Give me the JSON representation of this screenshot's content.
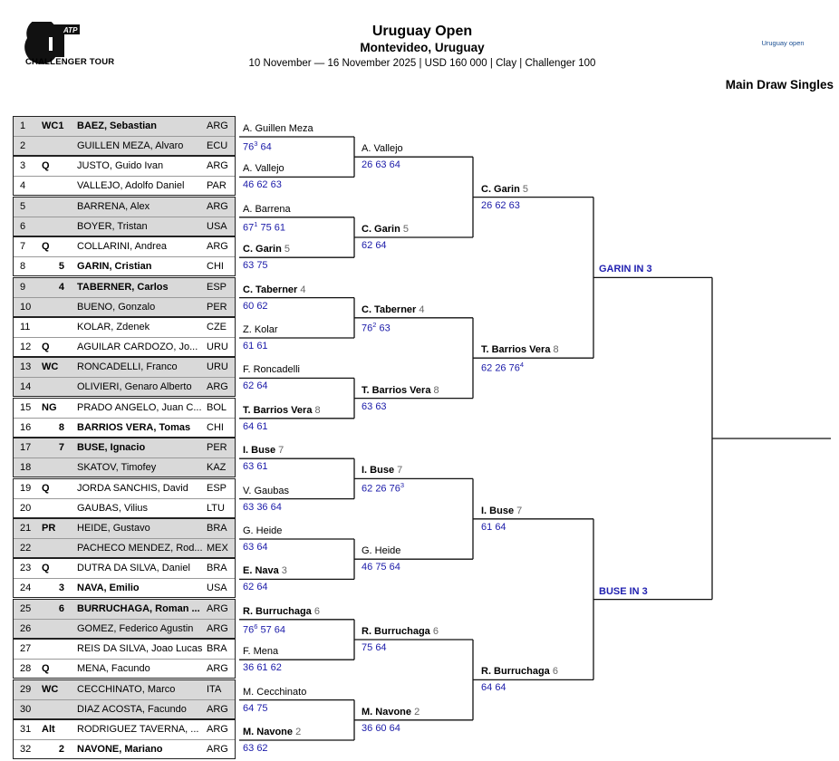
{
  "header": {
    "logo_text": "CHALLENGER TOUR",
    "logo_mark": "ATP",
    "title": "Uruguay Open",
    "subtitle": "Montevideo, Uruguay",
    "info": "10 November — 16 November 2025 | USD 160 000 | Clay | Challenger 100",
    "event_logo": "Uruguay open",
    "draw": "Main Draw Singles"
  },
  "entries": [
    {
      "num": "1",
      "tag": "WC1",
      "seed": "",
      "name": "BAEZ, Sebastian",
      "country": "ARG",
      "bold": true
    },
    {
      "num": "2",
      "tag": "",
      "seed": "",
      "name": "GUILLEN MEZA, Alvaro",
      "country": "ECU",
      "bold": false
    },
    {
      "num": "3",
      "tag": "Q",
      "seed": "",
      "name": "JUSTO, Guido Ivan",
      "country": "ARG",
      "bold": false
    },
    {
      "num": "4",
      "tag": "",
      "seed": "",
      "name": "VALLEJO, Adolfo Daniel",
      "country": "PAR",
      "bold": false
    },
    {
      "num": "5",
      "tag": "",
      "seed": "",
      "name": "BARRENA, Alex",
      "country": "ARG",
      "bold": false
    },
    {
      "num": "6",
      "tag": "",
      "seed": "",
      "name": "BOYER, Tristan",
      "country": "USA",
      "bold": false
    },
    {
      "num": "7",
      "tag": "Q",
      "seed": "",
      "name": "COLLARINI, Andrea",
      "country": "ARG",
      "bold": false
    },
    {
      "num": "8",
      "tag": "",
      "seed": "5",
      "name": "GARIN, Cristian",
      "country": "CHI",
      "bold": true
    },
    {
      "num": "9",
      "tag": "",
      "seed": "4",
      "name": "TABERNER, Carlos",
      "country": "ESP",
      "bold": true
    },
    {
      "num": "10",
      "tag": "",
      "seed": "",
      "name": "BUENO, Gonzalo",
      "country": "PER",
      "bold": false
    },
    {
      "num": "11",
      "tag": "",
      "seed": "",
      "name": "KOLAR, Zdenek",
      "country": "CZE",
      "bold": false
    },
    {
      "num": "12",
      "tag": "Q",
      "seed": "",
      "name": "AGUILAR CARDOZO, Jo...",
      "country": "URU",
      "bold": false
    },
    {
      "num": "13",
      "tag": "WC",
      "seed": "",
      "name": "RONCADELLI, Franco",
      "country": "URU",
      "bold": false
    },
    {
      "num": "14",
      "tag": "",
      "seed": "",
      "name": "OLIVIERI, Genaro Alberto",
      "country": "ARG",
      "bold": false
    },
    {
      "num": "15",
      "tag": "NG",
      "seed": "",
      "name": "PRADO ANGELO, Juan C...",
      "country": "BOL",
      "bold": false
    },
    {
      "num": "16",
      "tag": "",
      "seed": "8",
      "name": "BARRIOS VERA, Tomas",
      "country": "CHI",
      "bold": true
    },
    {
      "num": "17",
      "tag": "",
      "seed": "7",
      "name": "BUSE, Ignacio",
      "country": "PER",
      "bold": true
    },
    {
      "num": "18",
      "tag": "",
      "seed": "",
      "name": "SKATOV, Timofey",
      "country": "KAZ",
      "bold": false
    },
    {
      "num": "19",
      "tag": "Q",
      "seed": "",
      "name": "JORDA SANCHIS, David",
      "country": "ESP",
      "bold": false
    },
    {
      "num": "20",
      "tag": "",
      "seed": "",
      "name": "GAUBAS, Vilius",
      "country": "LTU",
      "bold": false
    },
    {
      "num": "21",
      "tag": "PR",
      "seed": "",
      "name": "HEIDE, Gustavo",
      "country": "BRA",
      "bold": false
    },
    {
      "num": "22",
      "tag": "",
      "seed": "",
      "name": "PACHECO MENDEZ, Rod...",
      "country": "MEX",
      "bold": false
    },
    {
      "num": "23",
      "tag": "Q",
      "seed": "",
      "name": "DUTRA DA SILVA, Daniel",
      "country": "BRA",
      "bold": false
    },
    {
      "num": "24",
      "tag": "",
      "seed": "3",
      "name": "NAVA, Emilio",
      "country": "USA",
      "bold": true
    },
    {
      "num": "25",
      "tag": "",
      "seed": "6",
      "name": "BURRUCHAGA, Roman ...",
      "country": "ARG",
      "bold": true
    },
    {
      "num": "26",
      "tag": "",
      "seed": "",
      "name": "GOMEZ, Federico Agustin",
      "country": "ARG",
      "bold": false
    },
    {
      "num": "27",
      "tag": "",
      "seed": "",
      "name": "REIS DA SILVA, Joao Lucas",
      "country": "BRA",
      "bold": false
    },
    {
      "num": "28",
      "tag": "Q",
      "seed": "",
      "name": "MENA, Facundo",
      "country": "ARG",
      "bold": false
    },
    {
      "num": "29",
      "tag": "WC",
      "seed": "",
      "name": "CECCHINATO, Marco",
      "country": "ITA",
      "bold": false
    },
    {
      "num": "30",
      "tag": "",
      "seed": "",
      "name": "DIAZ ACOSTA, Facundo",
      "country": "ARG",
      "bold": false
    },
    {
      "num": "31",
      "tag": "Alt",
      "seed": "",
      "name": "RODRIGUEZ TAVERNA, ...",
      "country": "ARG",
      "bold": false
    },
    {
      "num": "32",
      "tag": "",
      "seed": "2",
      "name": "NAVONE, Mariano",
      "country": "ARG",
      "bold": true
    }
  ],
  "round1": [
    {
      "winner": "A. Guillen Meza",
      "seed": "",
      "bold": false,
      "score": [
        [
          "76",
          "3"
        ],
        [
          "64",
          ""
        ]
      ]
    },
    {
      "winner": "A. Vallejo",
      "seed": "",
      "bold": false,
      "score": [
        [
          "46",
          ""
        ],
        [
          "62",
          ""
        ],
        [
          "63",
          ""
        ]
      ]
    },
    {
      "winner": "A. Barrena",
      "seed": "",
      "bold": false,
      "score": [
        [
          "67",
          "1"
        ],
        [
          "75",
          ""
        ],
        [
          "61",
          ""
        ]
      ]
    },
    {
      "winner": "C. Garin",
      "seed": "5",
      "bold": true,
      "score": [
        [
          "63",
          ""
        ],
        [
          "75",
          ""
        ]
      ]
    },
    {
      "winner": "C. Taberner",
      "seed": "4",
      "bold": true,
      "score": [
        [
          "60",
          ""
        ],
        [
          "62",
          ""
        ]
      ]
    },
    {
      "winner": "Z. Kolar",
      "seed": "",
      "bold": false,
      "score": [
        [
          "61",
          ""
        ],
        [
          "61",
          ""
        ]
      ]
    },
    {
      "winner": "F. Roncadelli",
      "seed": "",
      "bold": false,
      "score": [
        [
          "62",
          ""
        ],
        [
          "64",
          ""
        ]
      ]
    },
    {
      "winner": "T. Barrios Vera",
      "seed": "8",
      "bold": true,
      "score": [
        [
          "64",
          ""
        ],
        [
          "61",
          ""
        ]
      ]
    },
    {
      "winner": "I. Buse",
      "seed": "7",
      "bold": true,
      "score": [
        [
          "63",
          ""
        ],
        [
          "61",
          ""
        ]
      ]
    },
    {
      "winner": "V. Gaubas",
      "seed": "",
      "bold": false,
      "score": [
        [
          "63",
          ""
        ],
        [
          "36",
          ""
        ],
        [
          "64",
          ""
        ]
      ]
    },
    {
      "winner": "G. Heide",
      "seed": "",
      "bold": false,
      "score": [
        [
          "63",
          ""
        ],
        [
          "64",
          ""
        ]
      ]
    },
    {
      "winner": "E. Nava",
      "seed": "3",
      "bold": true,
      "score": [
        [
          "62",
          ""
        ],
        [
          "64",
          ""
        ]
      ]
    },
    {
      "winner": "R. Burruchaga",
      "seed": "6",
      "bold": true,
      "score": [
        [
          "76",
          "6"
        ],
        [
          "57",
          ""
        ],
        [
          "64",
          ""
        ]
      ]
    },
    {
      "winner": "F. Mena",
      "seed": "",
      "bold": false,
      "score": [
        [
          "36",
          ""
        ],
        [
          "61",
          ""
        ],
        [
          "62",
          ""
        ]
      ]
    },
    {
      "winner": "M. Cecchinato",
      "seed": "",
      "bold": false,
      "score": [
        [
          "64",
          ""
        ],
        [
          "75",
          ""
        ]
      ]
    },
    {
      "winner": "M. Navone",
      "seed": "2",
      "bold": true,
      "score": [
        [
          "63",
          ""
        ],
        [
          "62",
          ""
        ]
      ]
    }
  ],
  "round2": [
    {
      "winner": "A. Vallejo",
      "seed": "",
      "bold": false,
      "score": [
        [
          "26",
          ""
        ],
        [
          "63",
          ""
        ],
        [
          "64",
          ""
        ]
      ]
    },
    {
      "winner": "C. Garin",
      "seed": "5",
      "bold": true,
      "score": [
        [
          "62",
          ""
        ],
        [
          "64",
          ""
        ]
      ]
    },
    {
      "winner": "C. Taberner",
      "seed": "4",
      "bold": true,
      "score": [
        [
          "76",
          "2"
        ],
        [
          "63",
          ""
        ]
      ]
    },
    {
      "winner": "T. Barrios Vera",
      "seed": "8",
      "bold": true,
      "score": [
        [
          "63",
          ""
        ],
        [
          "63",
          ""
        ]
      ]
    },
    {
      "winner": "I. Buse",
      "seed": "7",
      "bold": true,
      "score": [
        [
          "62",
          ""
        ],
        [
          "26",
          ""
        ],
        [
          "76",
          "3"
        ]
      ]
    },
    {
      "winner": "G. Heide",
      "seed": "",
      "bold": false,
      "score": [
        [
          "46",
          ""
        ],
        [
          "75",
          ""
        ],
        [
          "64",
          ""
        ]
      ]
    },
    {
      "winner": "R. Burruchaga",
      "seed": "6",
      "bold": true,
      "score": [
        [
          "75",
          ""
        ],
        [
          "64",
          ""
        ]
      ]
    },
    {
      "winner": "M. Navone",
      "seed": "2",
      "bold": true,
      "score": [
        [
          "36",
          ""
        ],
        [
          "60",
          ""
        ],
        [
          "64",
          ""
        ]
      ]
    }
  ],
  "quarterfinals": [
    {
      "winner": "C. Garin",
      "seed": "5",
      "bold": true,
      "score": [
        [
          "26",
          ""
        ],
        [
          "62",
          ""
        ],
        [
          "63",
          ""
        ]
      ]
    },
    {
      "winner": "T. Barrios Vera",
      "seed": "8",
      "bold": true,
      "score": [
        [
          "62",
          ""
        ],
        [
          "26",
          ""
        ],
        [
          "76",
          "4"
        ]
      ]
    },
    {
      "winner": "I. Buse",
      "seed": "7",
      "bold": true,
      "score": [
        [
          "61",
          ""
        ],
        [
          "64",
          ""
        ]
      ]
    },
    {
      "winner": "R. Burruchaga",
      "seed": "6",
      "bold": true,
      "score": [
        [
          "64",
          ""
        ],
        [
          "64",
          ""
        ]
      ]
    }
  ],
  "semifinals": [
    {
      "label": "GARIN IN 3"
    },
    {
      "label": "BUSE IN 3"
    }
  ]
}
